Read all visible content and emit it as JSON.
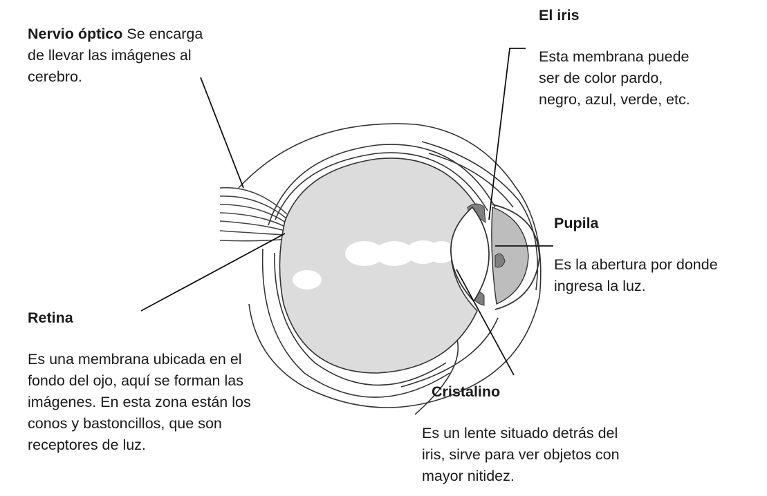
{
  "labels": {
    "nervio": {
      "title": "Nervio óptico",
      "line1": "Se encarga",
      "line2": "de llevar las imágenes al",
      "line3": "cerebro."
    },
    "iris": {
      "title": "El iris",
      "lines": [
        "Esta membrana puede",
        "ser de color pardo,",
        "negro, azul, verde, etc."
      ]
    },
    "pupila": {
      "title": "Pupila",
      "lines": [
        "Es la abertura por donde",
        "ingresa la luz."
      ]
    },
    "retina": {
      "title": "Retina",
      "lines": [
        "Es una membrana ubicada en el",
        "fondo del ojo, aquí se forman las",
        "imágenes. En esta zona están los",
        "conos y bastoncillos, que son",
        "receptores de luz."
      ]
    },
    "cristalino": {
      "title": "Cristalino",
      "lines": [
        "Es un lente situado detrás del",
        "iris, sirve para ver objetos con",
        "mayor nitidez."
      ]
    }
  },
  "colors": {
    "line": "#111111",
    "eye_fill": "#dcdcdc",
    "anterior_fill": "#bdbdbd",
    "iris_dark": "#7f7f7f",
    "highlight": "#ffffff"
  }
}
